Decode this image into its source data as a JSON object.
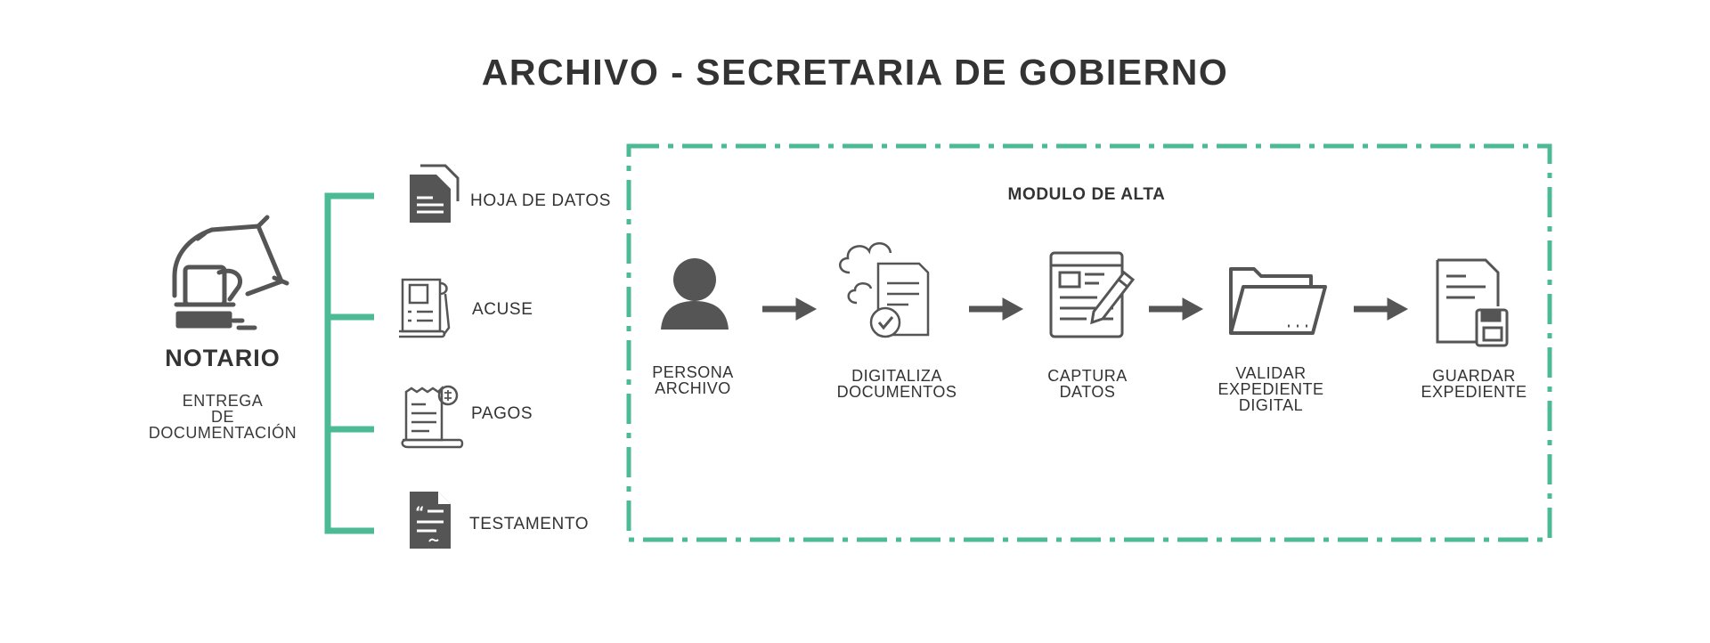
{
  "title": "ARCHIVO - SECRETARIA DE GOBIERNO",
  "notario": {
    "title": "NOTARIO",
    "subtitle": "ENTREGA\nDE\nDOCUMENTACIÓN"
  },
  "documents": [
    {
      "label": "HOJA DE DATOS",
      "icon": "data-sheet-icon"
    },
    {
      "label": "ACUSE",
      "icon": "receipt-acknowledgment-icon"
    },
    {
      "label": "PAGOS",
      "icon": "payment-receipt-icon"
    },
    {
      "label": "TESTAMENTO",
      "icon": "signed-document-icon"
    }
  ],
  "module": {
    "title": "MODULO DE ALTA",
    "steps": [
      {
        "label": "PERSONA\nARCHIVO",
        "icon": "person-icon"
      },
      {
        "label": "DIGITALIZA\nDOCUMENTOS",
        "icon": "cloud-document-check-icon"
      },
      {
        "label": "CAPTURA\nDATOS",
        "icon": "browser-pencil-icon"
      },
      {
        "label": "VALIDAR\nEXPEDIENTE\nDIGITAL",
        "icon": "open-folder-icon"
      },
      {
        "label": "GUARDAR\nEXPEDIENTE",
        "icon": "document-save-icon"
      }
    ]
  },
  "colors": {
    "accent": "#4cba95",
    "icon": "#555555",
    "text": "#333333"
  }
}
